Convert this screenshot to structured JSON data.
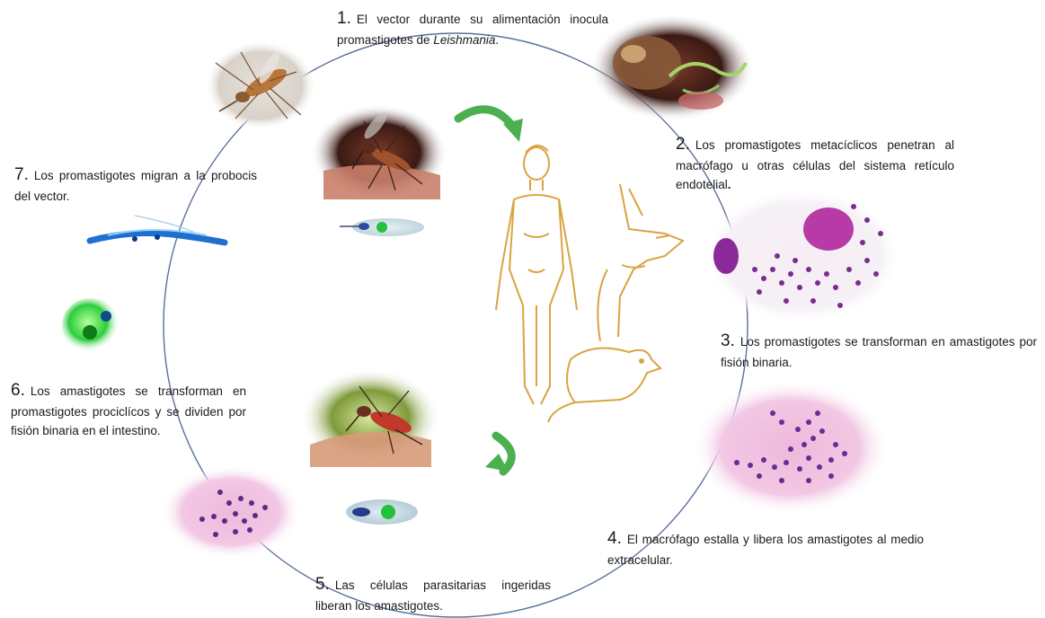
{
  "steps": [
    {
      "num": "1.",
      "text": "El vector durante su alimentación inocula promastigotes de ",
      "italic": "Leishmania",
      "suffix": "."
    },
    {
      "num": "2.",
      "text": "Los promastigotes metacíclicos penetran al macrófago u otras células del sistema retículo endotelial",
      "suffix": "."
    },
    {
      "num": "3.",
      "text": "Los promastigotes se transforman en amastigotes por fisión binaria."
    },
    {
      "num": "4.",
      "text": "El macrófago estalla y libera los amastigotes al medio extracelular."
    },
    {
      "num": "5.",
      "text": "Las células parasitarias ingeridas liberan los amastigotes."
    },
    {
      "num": "6.",
      "text": "Los amastigotes se transforman en promastigotes prociclícos y se dividen por fisión binaria en el intestino."
    },
    {
      "num": "7.",
      "text": "Los promastigotes migran a la probocis del vector."
    }
  ],
  "colors": {
    "cycle_line": "#5b6f9e",
    "arrow_green": "#4caf50",
    "host_outline": "#d9a441",
    "stain_purple": "#7a2c8f",
    "stain_bg": "#f3c9e6",
    "parasite_green": "#22c23a",
    "parasite_blue": "#2a7fd6"
  },
  "icons": [
    "mosquito-icon",
    "mosquito-biting-icon",
    "mosquito-feeding-icon",
    "human-icon",
    "dog-icon",
    "rodent-icon",
    "promastigote-icon",
    "amastigote-icon",
    "macrophage-icon",
    "circular-arrow-icon"
  ]
}
